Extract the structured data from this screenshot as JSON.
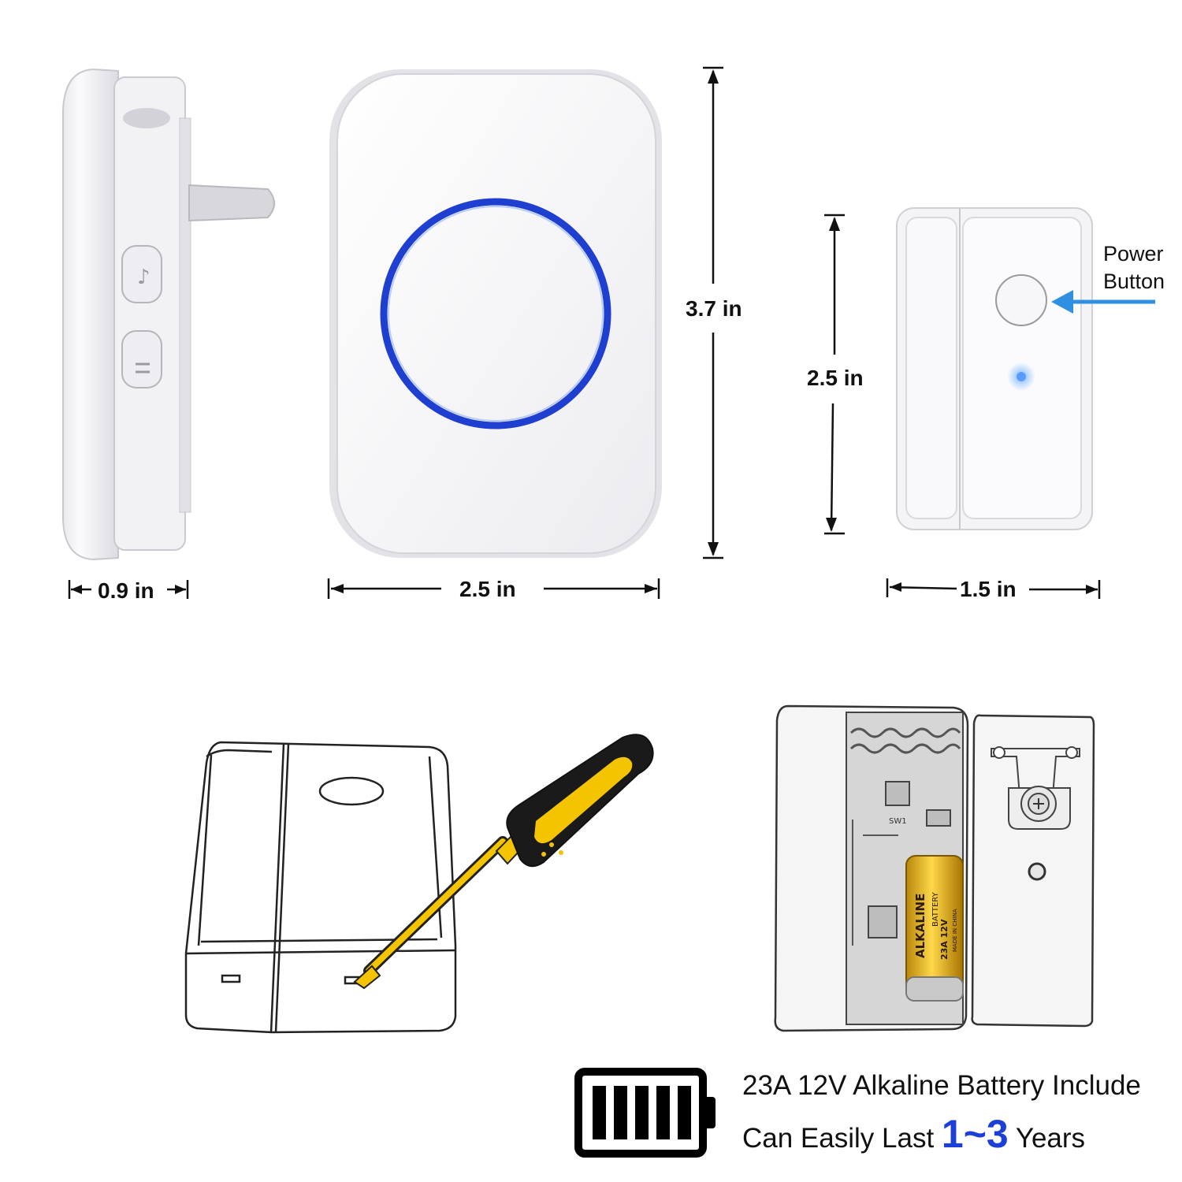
{
  "dimensions": {
    "chime_depth": "0.9 in",
    "chime_width": "2.5 in",
    "chime_height": "3.7 in",
    "sensor_height": "2.5 in",
    "sensor_width": "1.5 in"
  },
  "callout": {
    "line1": "Power",
    "line2": "Button"
  },
  "battery_info": {
    "line1": "23A 12V Alkaline Battery Include",
    "line2_prefix": "Can Easily Last ",
    "line2_number": "1~3",
    "line2_suffix": " Years"
  },
  "battery_label": {
    "brand": "ALKALINE",
    "type": "BATTERY",
    "spec": "23A 12V",
    "origin": "MADE IN CHINA"
  },
  "pcb_label": "SW1",
  "colors": {
    "ring_blue": "#1f3fd0",
    "arrow_blue": "#2f8fe0",
    "accent_number": "#1c3fd8",
    "screwdriver_yellow": "#f5c400"
  }
}
